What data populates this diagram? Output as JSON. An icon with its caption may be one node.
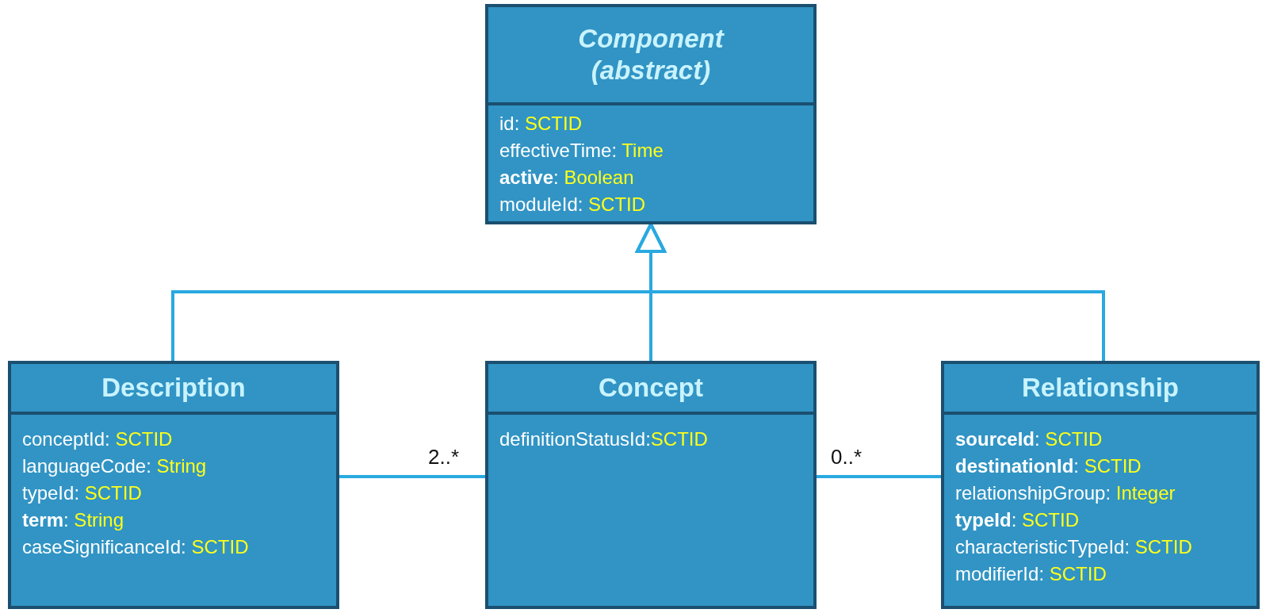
{
  "diagram": {
    "nodes": [
      {
        "text": [
          "Component (abstract)",
          "id: SCTID",
          "effectiveTime: Time",
          "**active**: Boolean",
          "moduleId: SCTID"
        ]
      },
      {
        "text": [
          "Description",
          "conceptId: SCTID",
          "languageCode: String",
          "typeId: SCTID",
          "**term**: String",
          "caseSignificanceId: SCTID"
        ]
      },
      {
        "text": [
          "Concept",
          "definitionStatusId:SCTID"
        ]
      },
      {
        "text": [
          "Relationship",
          "**sourceId**: SCTID",
          "**destinationId**: SCTID",
          "relationshipGroup: Integer",
          "**typeId**: SCTID",
          "characteristicTypeId: SCTID",
          "modifierId: SCTID"
        ]
      }
    ],
    "edges": [
      {
        "from": 1,
        "to": 0,
        "arrow": "to"
      },
      {
        "from": 2,
        "to": 0,
        "arrow": "to"
      },
      {
        "from": 3,
        "to": 0,
        "arrow": "to"
      },
      {
        "from": 1,
        "to": 2,
        "arrow": "none",
        "label": "2..*"
      },
      {
        "from": 2,
        "to": 3,
        "arrow": "none",
        "label": "0..*"
      }
    ]
  }
}
